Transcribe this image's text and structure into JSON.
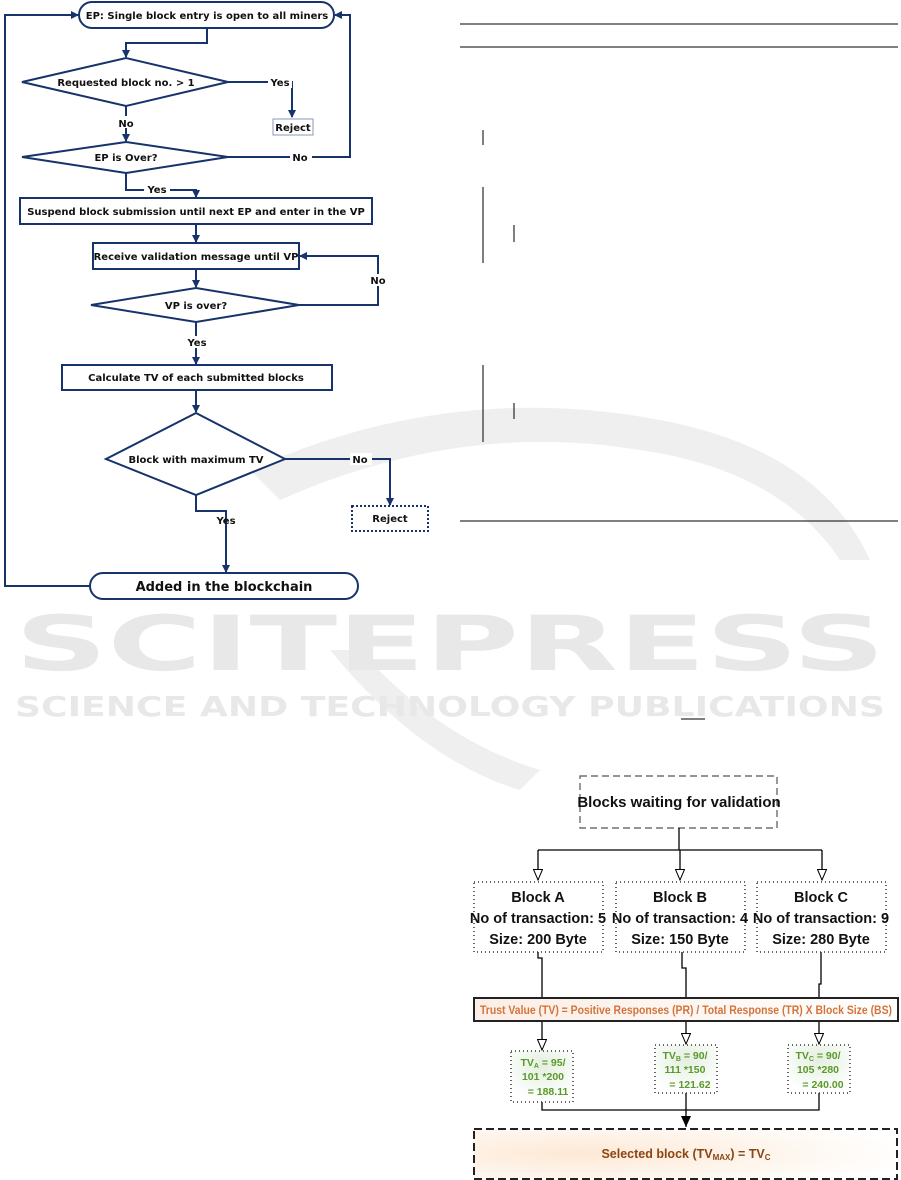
{
  "watermark": {
    "brand": "SCITEPRESS",
    "tagline": "SCIENCE AND TECHNOLOGY PUBLICATIONS"
  },
  "flowchart": {
    "start": "EP: Single block entry is open to all miners",
    "decision_requested": "Requested block no. > 1",
    "yes_1": "Yes",
    "reject_1": "Reject",
    "no_1": "No",
    "decision_ep_over": "EP is Over?",
    "no_2": "No",
    "yes_2": "Yes",
    "suspend": "Suspend block submission until next EP and enter in the VP",
    "receive": "Receive validation message until VP",
    "no_3": "No",
    "decision_vp_over": "VP is over?",
    "yes_3": "Yes",
    "calculate": "Calculate TV of each submitted blocks",
    "decision_max_tv": "Block with maximum TV",
    "no_4": "No",
    "reject_2": "Reject",
    "yes_4": "Yes",
    "end": "Added in the blockchain",
    "color": "#17336b"
  },
  "block_diagram": {
    "waiting": "Blocks waiting for validation",
    "blocks": [
      {
        "name": "Block A",
        "tx": "No of transaction: 5",
        "size": "Size: 200 Byte"
      },
      {
        "name": "Block B",
        "tx": "No of transaction: 4",
        "size": "Size: 150 Byte"
      },
      {
        "name": "Block C",
        "tx": "No of transaction: 9",
        "size": "Size: 280 Byte"
      }
    ],
    "formula": "Trust Value (TV) = Positive Responses (PR) / Total Response (TR) X Block Size (BS)",
    "tv": [
      {
        "label": "TV",
        "sub": "A",
        "line1": " = 95/",
        "line2": "101 *200",
        "line3": "= 188.11"
      },
      {
        "label": "TV",
        "sub": "B",
        "line1": " = 90/",
        "line2": "111 *150",
        "line3": "= 121.62"
      },
      {
        "label": "TV",
        "sub": "C",
        "line1": " = 90/",
        "line2": "105 *280",
        "line3": "= 240.00"
      }
    ],
    "selected_prefix": "Selected block (TV",
    "selected_sub": "MAX",
    "selected_mid": ") = TV",
    "selected_sub2": "C",
    "colors": {
      "formula": "#d4733a",
      "tv": "#5a9a2a",
      "selected": "#8b4513"
    }
  }
}
